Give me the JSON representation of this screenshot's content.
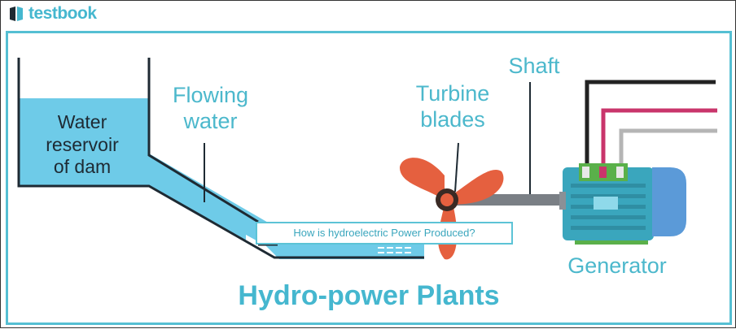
{
  "brand": {
    "logo_text": "testbook",
    "accent": "#45b7cf"
  },
  "labels": {
    "reservoir_l1": "Water",
    "reservoir_l2": "reservoir",
    "reservoir_l3": "of dam",
    "flowing_l1": "Flowing",
    "flowing_l2": "water",
    "turbine_l1": "Turbine",
    "turbine_l2": "blades",
    "shaft": "Shaft",
    "generator": "Generator"
  },
  "caption": "How is hydroelectric Power Produced?",
  "title": "Hydro-power Plants",
  "colors": {
    "water": "#6ecbe8",
    "turbine": "#e5603f",
    "generator": "#3aa6bd",
    "wire_black": "#222222",
    "wire_red": "#c9356b",
    "wire_gray": "#b5b5b5",
    "label_text": "#4cb8cc"
  }
}
